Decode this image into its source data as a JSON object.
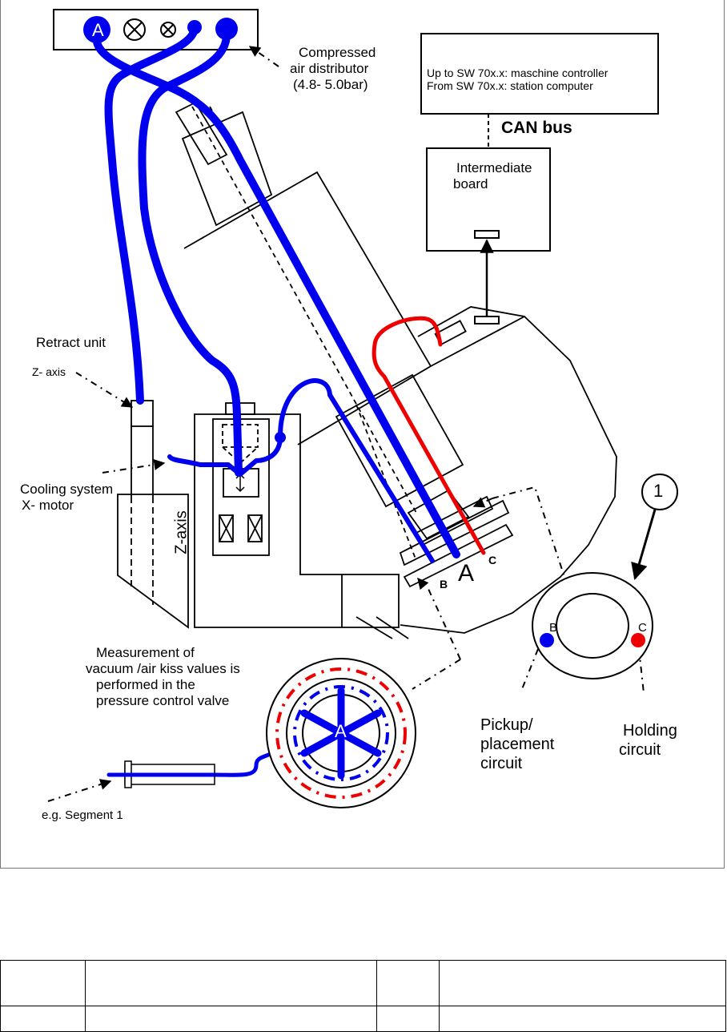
{
  "diagram": {
    "title": "Pneumatic circuit of placement head (compressed air distribution and vacuum measurement)",
    "distributor": {
      "label_lines": [
        "Compressed",
        "air distributor",
        "(4.8- 5.0bar)"
      ],
      "port_A_label": "A"
    },
    "controller_box": {
      "line1": "Up to SW 70x.x: maschine controller",
      "line2": "From SW 70x.x: station computer"
    },
    "can_bus_label": "CAN bus",
    "intermediate_board": {
      "line1": "Intermediate",
      "line2": "board"
    },
    "retract_unit": {
      "line1": "Retract unit",
      "line2": "Z- axis"
    },
    "cooling_system": {
      "line1": "Cooling system",
      "line2": "X- motor"
    },
    "z_axis_vertical_label": "Z-axis",
    "head_port_labels": {
      "b": "B",
      "a": "A",
      "c": "C"
    },
    "callout_number": "1",
    "detail_ring": {
      "b_label": "B",
      "c_label": "C"
    },
    "pickup_circuit": [
      "Pickup/",
      "placement",
      "circuit"
    ],
    "holding_circuit": [
      "Holding",
      "circuit"
    ],
    "measurement_note": [
      "Measurement of",
      "vacuum /air kiss values is",
      "performed in the",
      "pressure control valve"
    ],
    "valve_center_label": "A",
    "segment_label": "e.g. Segment 1",
    "colors": {
      "vacuum_line": "#0000ee",
      "holding_line": "#ee0000",
      "outline": "#000000"
    }
  },
  "table": {
    "rows": [
      [
        "",
        "",
        "",
        ""
      ],
      [
        "",
        "",
        "",
        ""
      ]
    ]
  }
}
